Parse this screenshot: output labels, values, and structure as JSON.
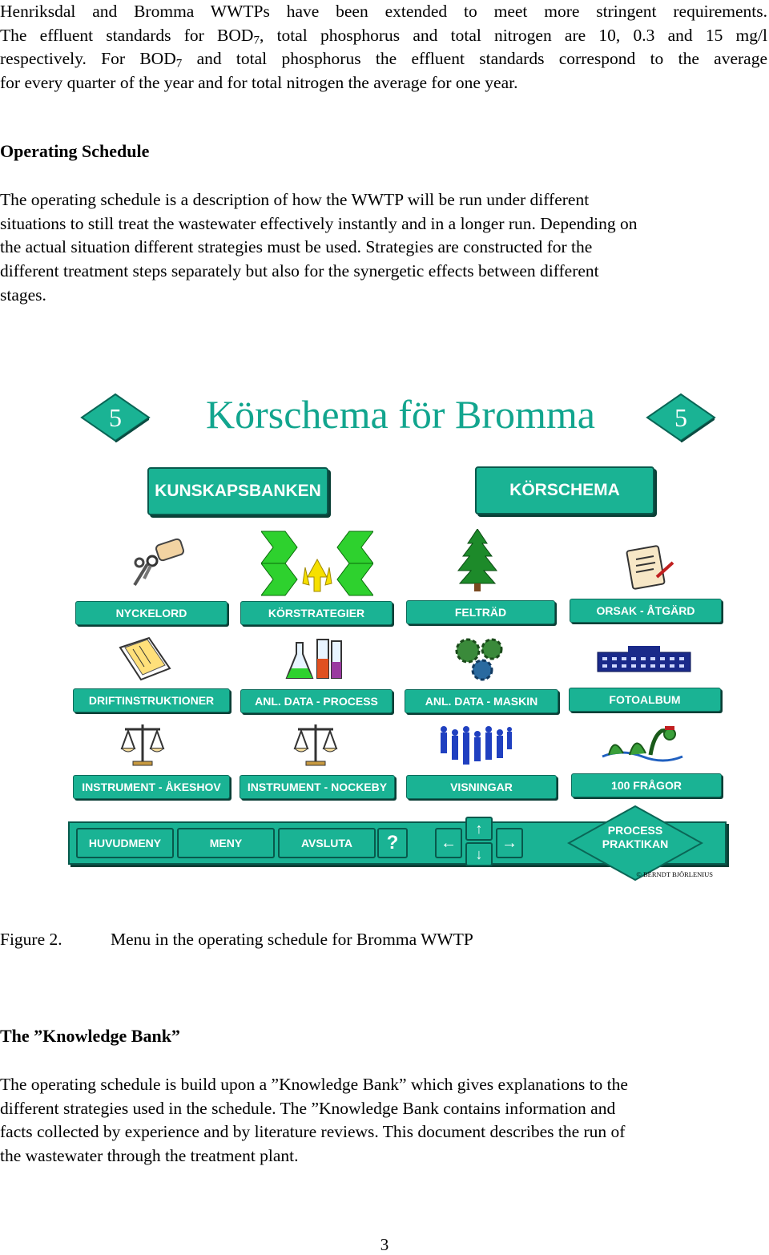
{
  "intro": {
    "line1": "Henriksdal and Bromma WWTPs have been extended to meet more stringent requirements.",
    "line2a": "The effluent standards for BOD",
    "line2sub": "7",
    "line2b": ", total phosphorus and total nitrogen are 10, 0.3 and 15 mg/l",
    "line3a": "respectively. For BOD",
    "line3sub": "7",
    "line3b": " and total phosphorus the effluent standards correspond to the average",
    "line4": "for every quarter of the year and for total nitrogen the average for one year."
  },
  "section1": {
    "heading": "Operating Schedule",
    "lines": [
      "The operating schedule is a description of how the WWTP will be run under different",
      "situations to still treat the wastewater effectively instantly and in a longer run. Depending on",
      "the actual situation different strategies must be used. Strategies are constructed for the",
      "different treatment steps separately but also for the synergetic effects between different",
      "stages."
    ]
  },
  "figure": {
    "title": "Körschema för Bromma",
    "left_badge": "5",
    "right_badge": "5",
    "top_buttons": [
      "KUNSKAPSBANKEN",
      "KÖRSCHEMA"
    ],
    "row1": [
      "NYCKELORD",
      "KÖRSTRATEGIER",
      "FELTRÄD",
      "ORSAK - ÅTGÄRD"
    ],
    "row2": [
      "DRIFTINSTRUKTIONER",
      "ANL. DATA - PROCESS",
      "ANL. DATA - MASKIN",
      "FOTOALBUM"
    ],
    "row3": [
      "INSTRUMENT - ÅKESHOV",
      "INSTRUMENT - NOCKEBY",
      "VISNINGAR",
      "100 FRÅGOR"
    ],
    "nav": {
      "huvudmeny": "HUVUDMENY",
      "meny": "MENY",
      "avsluta": "AVSLUTA",
      "help": "?",
      "arrow_left": "←",
      "arrow_up": "↑",
      "arrow_down": "↓",
      "arrow_right": "→",
      "brand_line1": "PROCESS",
      "brand_line2": "PRAKTIKAN"
    },
    "copyright": "BERNDT BJÖRLENIUS",
    "colors": {
      "teal": "#1ab394",
      "dark_teal": "#08594c",
      "title": "#12a58e",
      "green_arrow": "#2ed12e"
    }
  },
  "caption": {
    "label": "Figure 2.",
    "text": "Menu in the operating schedule for Bromma WWTP"
  },
  "section2": {
    "heading": "The ”Knowledge Bank”",
    "lines": [
      "The operating schedule is build upon a ”Knowledge Bank” which gives explanations to the",
      "different strategies used in the schedule. The ”Knowledge Bank contains information and",
      "facts collected by experience and by literature reviews. This document describes the run of",
      "the wastewater through the treatment plant."
    ]
  },
  "page_number": "3"
}
